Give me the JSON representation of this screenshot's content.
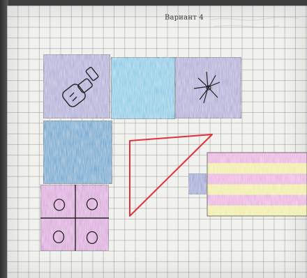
{
  "variant_title": "Вариант 4",
  "colors": {
    "violet_tile": "#a6a0d2",
    "cyan_tile": "#72c4e3",
    "blue_tile": "#3f98c9",
    "pink_tile": "#d79bd7",
    "triangle": "#e2313b",
    "stripe_pink": "#e7a7dd",
    "stripe_yellow": "#eeeb94",
    "small_block": "#8f9ad0",
    "pencil": "#2b2b2b"
  },
  "drawn_items": [
    {
      "name": "violet-square-with-object",
      "icon": "pump-sketch"
    },
    {
      "name": "light-blue-square"
    },
    {
      "name": "violet-square-with-star",
      "icon": "star-sketch"
    },
    {
      "name": "dark-blue-square"
    },
    {
      "name": "pink-square-with-four-circles",
      "circles": 4
    },
    {
      "name": "red-triangle-outline"
    },
    {
      "name": "striped-rectangle",
      "stripes": [
        "pink",
        "yellow",
        "pink",
        "yellow",
        "pink",
        "yellow"
      ]
    },
    {
      "name": "small-blue-block"
    }
  ]
}
